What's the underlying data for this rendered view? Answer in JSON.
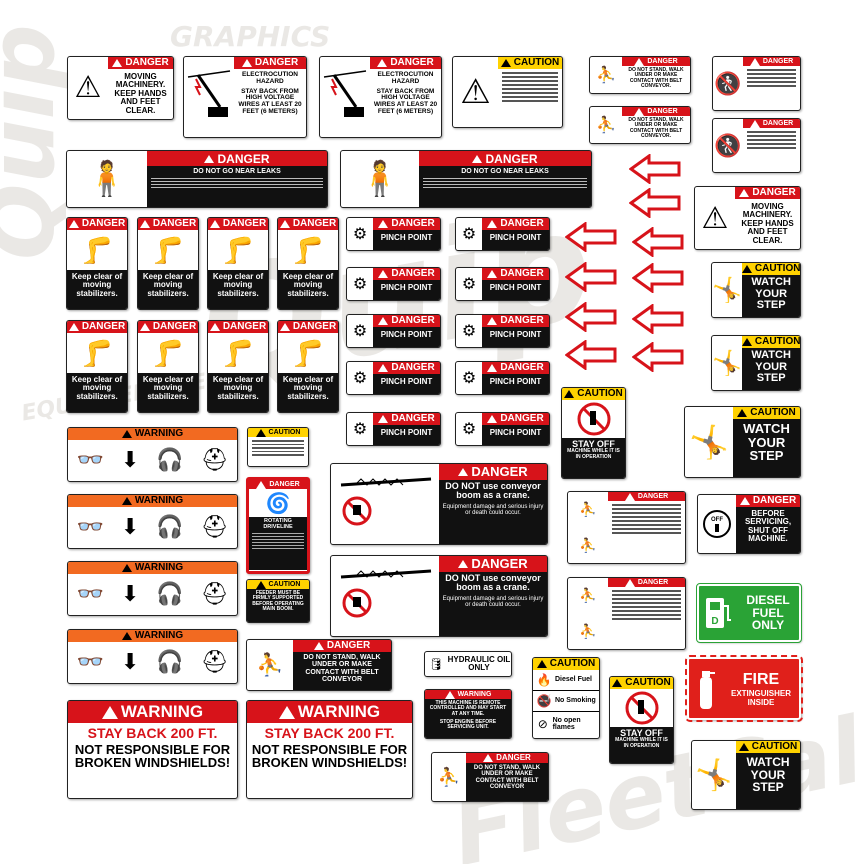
{
  "watermark": {
    "brand_a": "Quip",
    "brand_b": "FleetCal",
    "tag": "EQUIPMENT DECALS",
    "tag2": "GRAPHICS"
  },
  "colors": {
    "danger": "#d7131a",
    "caution": "#ffd200",
    "warning": "#f26a21",
    "fuel_green": "#2aa336",
    "fire_red": "#e0201b"
  },
  "hdr": {
    "danger": "DANGER",
    "caution": "CAUTION",
    "warning": "WARNING"
  },
  "text": {
    "moving_machinery": "MOVING MACHINERY.",
    "keep_hands_feet": "KEEP HANDS AND FEET CLEAR.",
    "electrocution_hazard": "ELECTROCUTION HAZARD",
    "stay_back_wires": "STAY BACK FROM HIGH VOLTAGE WIRES AT LEAST 20 FEET (6 METERS)",
    "do_not_stand_walk": "DO NOT STAND, WALK UNDER OR MAKE CONTACT WITH BELT CONVEYOR.",
    "do_not_stand_walk_2": "DO NOT STAND, WALK UNDER OR MAKE CONTACT WITH BELT CONVEYOR",
    "near_leaks": "DO NOT GO NEAR LEAKS",
    "keep_clear_stabilizers": "Keep clear of moving stabilizers.",
    "pinch_point": "PINCH POINT",
    "watch_your_step": "WATCH YOUR STEP",
    "stay_off": "STAY OFF",
    "stay_off_sub": "MACHINE WHILE IT IS IN OPERATION",
    "conveyor_crane": "DO NOT use conveyor boom as a crane.",
    "equipment_damage": "Equipment damage and serious injury or death could occur.",
    "before_servicing": "BEFORE SERVICING, SHUT OFF MACHINE.",
    "diesel_fuel_only": "DIESEL FUEL ONLY",
    "feeder_support": "FEEDER MUST BE FIRMLY SUPPORTED BEFORE OPERATING MAIN BOOM.",
    "rotating_driveline": "ROTATING DRIVELINE",
    "hydraulic_oil": "HYDRAULIC OIL ONLY",
    "diesel_fuel": "Diesel Fuel",
    "no_smoking": "No Smoking",
    "no_open_flames": "No open flames",
    "remote_controlled": "THIS MACHINE IS REMOTE CONTROLLED AND MAY START AT ANY TIME.",
    "stop_engine": "STOP ENGINE BEFORE SERVICING UNIT.",
    "stay_back_200": "STAY BACK 200 FT.",
    "not_responsible": "NOT RESPONSIBLE FOR BROKEN WINDSHIELDS!",
    "fire": "FIRE",
    "extinguisher_inside": "EXTINGUISHER INSIDE",
    "off": "OFF"
  }
}
